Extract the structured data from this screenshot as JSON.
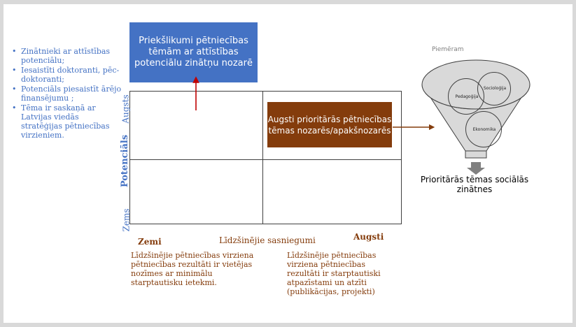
{
  "bullets": [
    "Zinātnieki ar attīstības potenciālu;",
    "Iesaistīti doktoranti, pēc-doktoranti;",
    "Potenciāls piesaistīt ārējo finansējumu ;",
    "Tēma ir saskaņā ar Latvijas viedās stratēģijas pētniecības virzieniem."
  ],
  "top_box": "Priekšlikumi pētniecības tēmām ar attīstības potenciālu zinātņu nozarē",
  "highlight_box": "Augsti prioritārās pētniecības tēmas nozarēs/apakšnozarēs",
  "y_axis": {
    "title": "Potenciāls",
    "high": "Augsts",
    "low": "Zems"
  },
  "x_axis": {
    "title": "Līdzšinējie sasniegumi",
    "low": "Zemi",
    "high": "Augsti"
  },
  "desc_low": "Līdzšinējie pētniecības virziena pētniecības rezultāti ir vietējas nozīmes ar minimālu starptautisku ietekmi.",
  "desc_high": "Līdzšinējie pētniecības virziena pētniecības rezultāti ir starptautiski atpazīstami un atzīti (publikācijas, projekti)",
  "example_label": "Piemēram",
  "circles": [
    "Pedagoģija",
    "Socioloģija",
    "Ekonomika"
  ],
  "funnel_output": "Prioritārās tēmas sociālās zinātnes",
  "colors": {
    "blue": "#4472c4",
    "brown": "#843c0c",
    "arrow_red": "#c00000",
    "funnel_fill": "#d9d9d9"
  }
}
